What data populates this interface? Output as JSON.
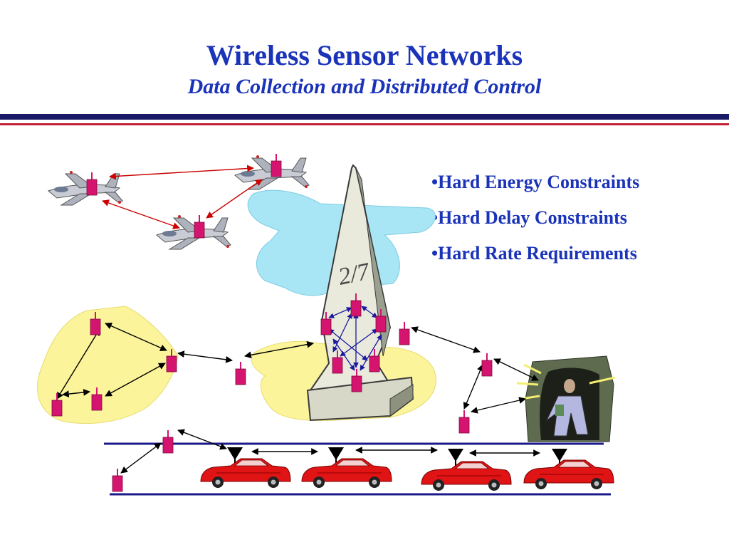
{
  "slide": {
    "title": "Wireless Sensor Networks",
    "subtitle": "Data Collection and Distributed Control"
  },
  "bullets": [
    "•Hard Energy Constraints",
    "•Hard Delay Constraints",
    "•Hard Rate Requirements"
  ],
  "obelisk_marking": "2/7",
  "colors": {
    "title": "#1a33b8",
    "rule_navy": "#1b1a66",
    "rule_red": "#c22034",
    "sensor": "#d4146e",
    "link_air": "#cc0000",
    "link_ground": "#000000",
    "link_monument": "#1a1aa0",
    "road": "#1b1a8a",
    "car": "#e01414",
    "field": "#fbf49a",
    "sky_shape": "#a8e6f6"
  },
  "icons": [
    "jet-plane-icon",
    "sensor-node-icon",
    "car-icon",
    "antenna-triangle-icon",
    "obelisk-monument-icon",
    "person-in-doorway-icon"
  ]
}
